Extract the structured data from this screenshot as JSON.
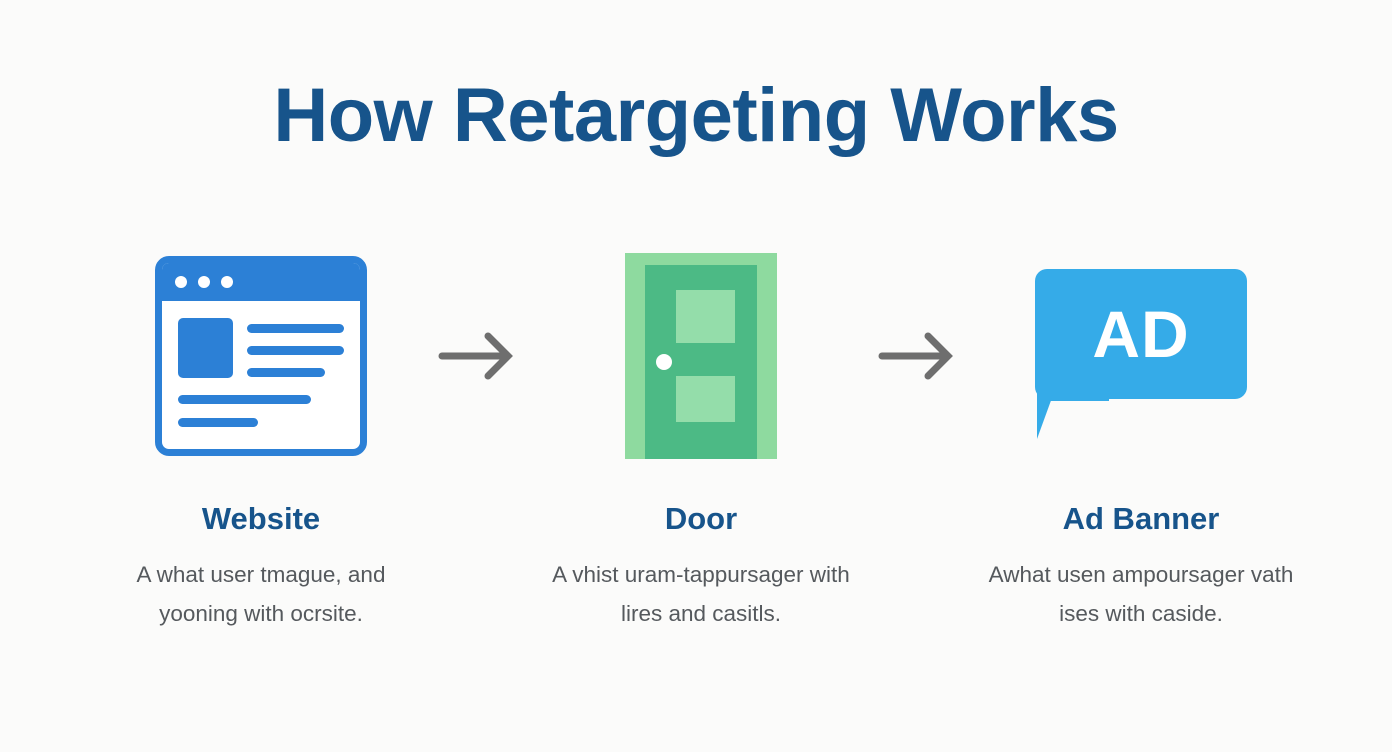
{
  "page": {
    "title": "How Retargeting Works",
    "background_color": "#fbfbfa",
    "heading_color": "#17548b",
    "body_text_color": "#55595d",
    "arrow_color": "#6e6e6e"
  },
  "flow": {
    "steps": [
      {
        "icon": "browser-window-icon",
        "icon_color": "#2c80d6",
        "title": "Website",
        "description": "A what user tmague, and yooning with ocrsite."
      },
      {
        "icon": "door-icon",
        "icon_color": "#4cba85",
        "title": "Door",
        "description": "A vhist uram-tappursager with lires and casitls."
      },
      {
        "icon": "ad-banner-icon",
        "icon_color": "#35abe8",
        "icon_label": "AD",
        "title": "Ad Banner",
        "description": "Awhat usen ampoursager vath ises with caside."
      }
    ],
    "arrows": [
      {
        "name": "arrow-right-1",
        "direction": "right"
      },
      {
        "name": "arrow-right-2",
        "direction": "right"
      }
    ]
  }
}
